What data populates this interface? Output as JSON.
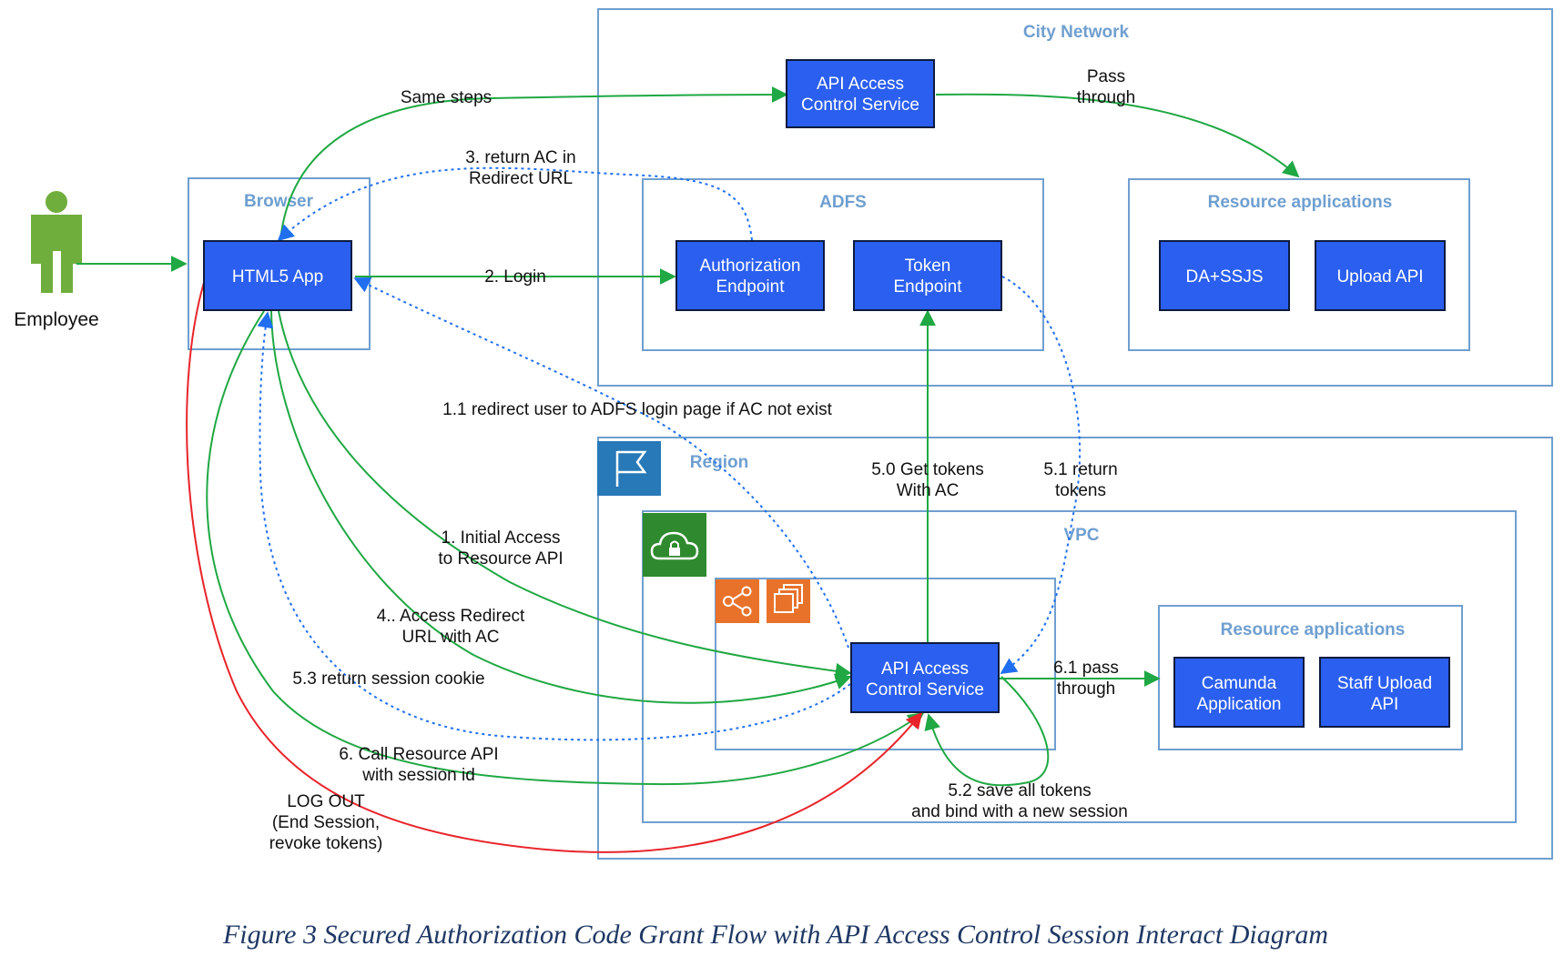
{
  "colors": {
    "container_border": "#6f9fd0",
    "node_fill": "#2b5ff0",
    "node_border": "#0d1b3e",
    "green_flow": "#1fa843",
    "blue_flow": "#1f6ff0",
    "red_flow": "#e8242a",
    "person": "#6fae3c",
    "region_icon": "#2779b8",
    "vpc_icon": "#2f8a2f",
    "orange_icon": "#e8722a",
    "caption": "#1f3864"
  },
  "icons": {
    "person": "person-icon",
    "region": "flag-icon",
    "vpc": "cloud-lock-icon",
    "service_a": "share-network-icon",
    "service_b": "stacked-squares-icon"
  },
  "actor": {
    "label": "Employee"
  },
  "containers": {
    "city_network": "City Network",
    "browser": "Browser",
    "adfs": "ADFS",
    "resource_apps_city": "Resource applications",
    "region": "Region",
    "vpc": "VPC",
    "resource_apps_vpc": "Resource applications"
  },
  "nodes": {
    "api_access_top": [
      "API Access",
      "Control Service"
    ],
    "html5_app": [
      "HTML5 App"
    ],
    "authorization_endpoint": [
      "Authorization",
      "Endpoint"
    ],
    "token_endpoint": [
      "Token",
      "Endpoint"
    ],
    "da_ssjs": [
      "DA+SSJS"
    ],
    "upload_api": [
      "Upload API"
    ],
    "api_access_vpc": [
      "API Access",
      "Control Service"
    ],
    "camunda": [
      "Camunda",
      "Application"
    ],
    "staff_upload": [
      "Staff Upload",
      "API"
    ]
  },
  "edges": {
    "same_steps": [
      "Same steps"
    ],
    "pass_through": [
      "Pass",
      "through"
    ],
    "return_ac": [
      "3. return AC in",
      "Redirect URL"
    ],
    "login": [
      "2. Login"
    ],
    "redirect_user": [
      "1.1 redirect user to  ADFS login page if AC not exist"
    ],
    "get_tokens": [
      "5.0 Get tokens",
      "With AC"
    ],
    "return_tokens": [
      "5.1 return",
      "tokens"
    ],
    "initial_access": [
      "1. Initial Access",
      "to Resource API"
    ],
    "access_redirect": [
      "4.. Access Redirect",
      "URL with AC"
    ],
    "return_cookie": [
      "5.3 return session cookie"
    ],
    "pass_through_61": [
      "6.1 pass",
      "through"
    ],
    "call_resource": [
      "6. Call Resource API",
      "with session id"
    ],
    "save_tokens": [
      "5.2 save all tokens",
      "and bind with a new session"
    ],
    "logout": [
      "LOG OUT",
      "(End Session,",
      "revoke tokens)"
    ]
  },
  "caption": "Figure 3 Secured Authorization Code Grant Flow with API Access Control Session Interact Diagram"
}
